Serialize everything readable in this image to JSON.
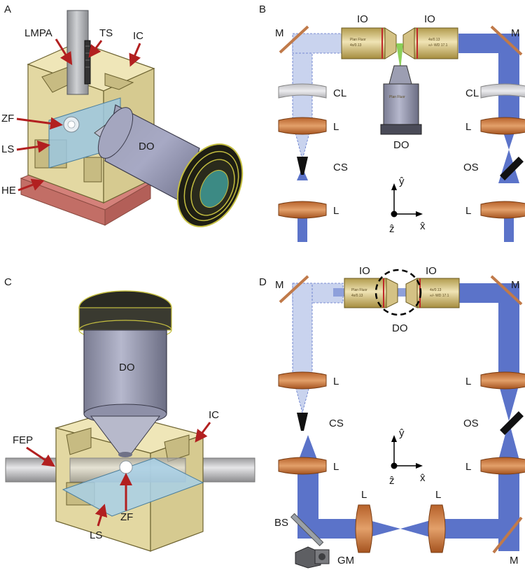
{
  "panels": {
    "A": {
      "letter": "A",
      "labels": {
        "lmpa": "LMPA",
        "ts": "TS",
        "ic": "IC",
        "zf": "ZF",
        "ls": "LS",
        "do": "DO",
        "he": "HE"
      }
    },
    "B": {
      "letter": "B",
      "labels": {
        "m_left": "M",
        "io_left": "IO",
        "io_right": "IO",
        "m_right": "M",
        "cl_left": "CL",
        "cl_right": "CL",
        "l_left_top": "L",
        "l_right_top": "L",
        "do": "DO",
        "cs": "CS",
        "os": "OS",
        "l_left_bot": "L",
        "l_right_bot": "L"
      },
      "axes": {
        "y": "ŷ",
        "x": "x̂",
        "z": "ẑ"
      }
    },
    "C": {
      "letter": "C",
      "labels": {
        "do": "DO",
        "ic": "IC",
        "fep": "FEP",
        "zf": "ZF",
        "ls": "LS"
      }
    },
    "D": {
      "letter": "D",
      "labels": {
        "m_left": "M",
        "io_left": "IO",
        "io_right": "IO",
        "m_right": "M",
        "do": "DO",
        "l_left_top": "L",
        "l_right_top": "L",
        "cs": "CS",
        "os": "OS",
        "l_left_mid": "L",
        "l_right_mid": "L",
        "l_bot_left": "L",
        "l_bot_right": "L",
        "bs": "BS",
        "gm": "GM",
        "m_bot": "M"
      },
      "axes": {
        "y": "ŷ",
        "x": "x̂",
        "z": "ẑ"
      }
    }
  },
  "objective_text": {
    "line1": "Plan Fluor",
    "line2": "4x/0.13",
    "line3": "∞/- WD 17.1"
  },
  "colors": {
    "beam": "#5b73c9",
    "beam_light": "#c9d3ee",
    "lens": "#c9773a",
    "chamber": "#e8deaa",
    "arrow": "#b22020",
    "objective": "#8a8c9c"
  }
}
